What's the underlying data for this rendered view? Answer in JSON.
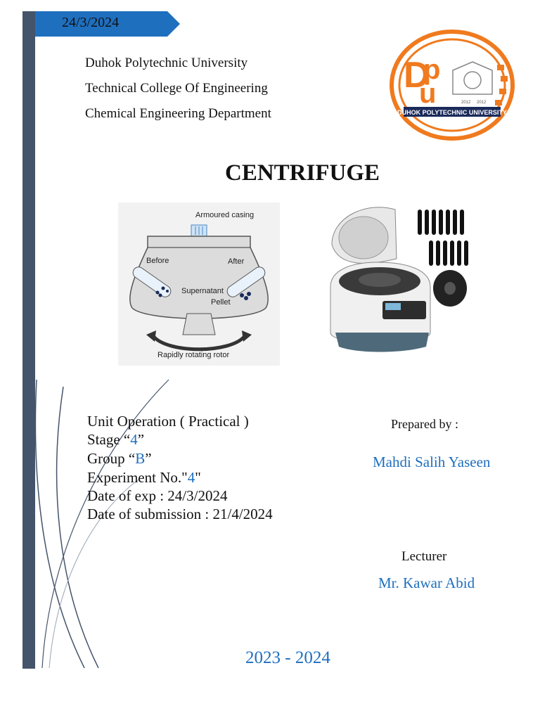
{
  "header": {
    "date_tab": "24/3/2024",
    "university": "Duhok  Polytechnic  University",
    "college": "Technical College Of Engineering",
    "department": "Chemical Engineering Department",
    "logo_text": "DUHOK POLYTECHNIC UNIVERSITY",
    "logo_year_left": "2012",
    "logo_year_right": "2012"
  },
  "title": "CENTRIFUGE",
  "diagram": {
    "label_casing": "Armoured casing",
    "label_before": "Before",
    "label_after": "After",
    "label_supernatant": "Supernatant",
    "label_pellet": "Pellet",
    "label_rotor": "Rapidly rotating rotor"
  },
  "info": {
    "course": "Unit Operation  ( Practical )",
    "stage_prefix": "Stage “",
    "stage_value": "4",
    "stage_suffix": "”",
    "group_prefix": "Group “",
    "group_value": "B",
    "group_suffix": "”",
    "experiment_prefix": "Experiment No.\"",
    "experiment_value": "4",
    "experiment_suffix": "\"",
    "date_exp": "Date of exp : 24/3/2024",
    "date_submission": "Date of submission : 21/4/2024"
  },
  "people": {
    "prepared_label": "Prepared by :",
    "prepared_name": "Mahdi Salih Yaseen",
    "lecturer_label": "Lecturer",
    "lecturer_name": "Mr. Kawar Abid"
  },
  "footer": {
    "year": "2023 - 2024"
  },
  "colors": {
    "sidebar": "#44546a",
    "tab": "#1f6fbf",
    "accent_text": "#1f6fbf",
    "logo_orange": "#f07a1e"
  }
}
